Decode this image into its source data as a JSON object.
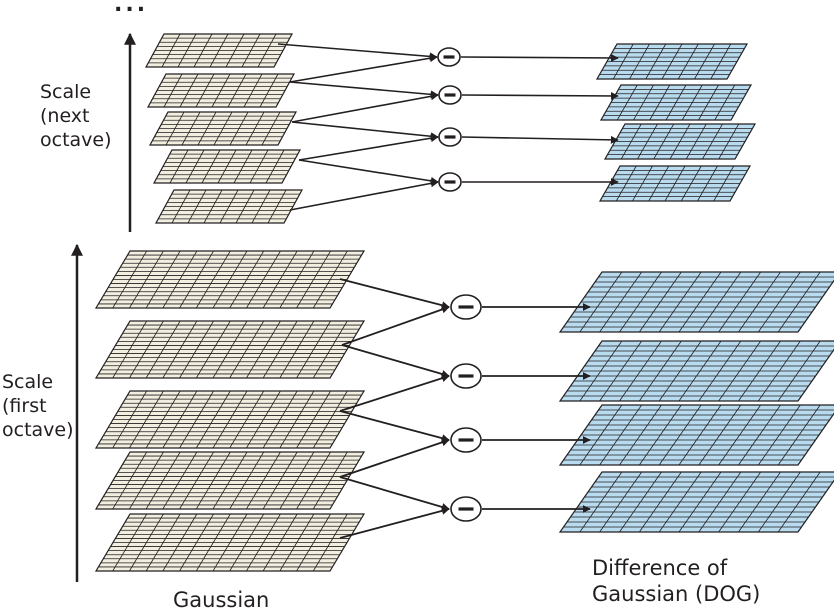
{
  "labels": {
    "ellipsis": "...",
    "next_octave": [
      "Scale",
      "(next",
      "octave)"
    ],
    "first_octave": [
      "Scale",
      "(first",
      "octave)"
    ],
    "gaussian": "Gaussian",
    "dog": [
      "Difference of",
      "Gaussian (DOG)"
    ]
  },
  "operator_symbol": "−",
  "colors": {
    "gaussian_fill": "#f2efe0",
    "dog_fill": "#b9dbef",
    "stroke": "#231f20"
  }
}
